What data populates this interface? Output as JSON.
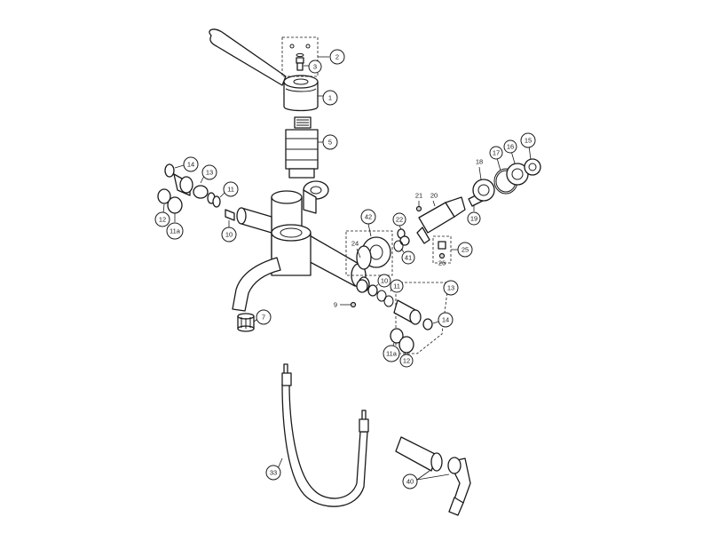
{
  "diagram": {
    "callouts": [
      {
        "id": "c1",
        "label": "1"
      },
      {
        "id": "c2",
        "label": "2"
      },
      {
        "id": "c3",
        "label": "3"
      },
      {
        "id": "c5",
        "label": "5"
      },
      {
        "id": "c14a",
        "label": "14"
      },
      {
        "id": "c13a",
        "label": "13"
      },
      {
        "id": "c11a",
        "label": "11"
      },
      {
        "id": "c12a",
        "label": "12"
      },
      {
        "id": "c11aa",
        "label": "11a"
      },
      {
        "id": "c10a",
        "label": "10"
      },
      {
        "id": "c7",
        "label": "7"
      },
      {
        "id": "c21",
        "label": "21"
      },
      {
        "id": "c20",
        "label": "20"
      },
      {
        "id": "c22",
        "label": "22"
      },
      {
        "id": "c42",
        "label": "42"
      },
      {
        "id": "c24",
        "label": "24"
      },
      {
        "id": "c41",
        "label": "41"
      },
      {
        "id": "c19",
        "label": "19"
      },
      {
        "id": "c18",
        "label": "18"
      },
      {
        "id": "c17",
        "label": "17"
      },
      {
        "id": "c16",
        "label": "16"
      },
      {
        "id": "c15",
        "label": "15"
      },
      {
        "id": "c25",
        "label": "25"
      },
      {
        "id": "c26",
        "label": "26"
      },
      {
        "id": "c13b",
        "label": "13"
      },
      {
        "id": "c10b",
        "label": "10"
      },
      {
        "id": "c11b",
        "label": "11"
      },
      {
        "id": "c9",
        "label": "9"
      },
      {
        "id": "c14b",
        "label": "14"
      },
      {
        "id": "c11ab",
        "label": "11a"
      },
      {
        "id": "c12b",
        "label": "12"
      },
      {
        "id": "c33",
        "label": "33"
      },
      {
        "id": "c40",
        "label": "40"
      }
    ]
  }
}
